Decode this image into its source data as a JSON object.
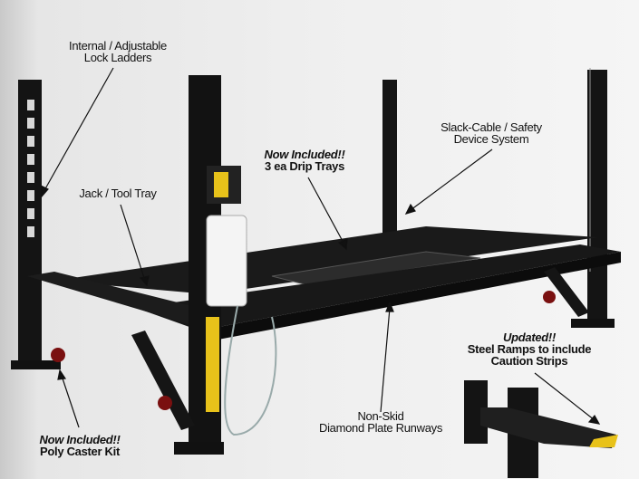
{
  "callouts": {
    "lock_ladders": {
      "line1": "Internal / Adjustable",
      "line2": "Lock Ladders"
    },
    "slack_cable": {
      "line1": "Slack-Cable / Safety",
      "line2": "Device System"
    },
    "drip_trays": {
      "line1": "Now Included!!",
      "line2": "3 ea Drip Trays"
    },
    "jack_tray": {
      "line1": "Jack / Tool Tray"
    },
    "steel_ramps": {
      "line1": "Updated!!",
      "line2": "Steel Ramps to include",
      "line3": "Caution Strips"
    },
    "runways": {
      "line1": "Non-Skid",
      "line2": "Diamond Plate Runways"
    },
    "caster_kit": {
      "line1": "Now Included!!",
      "line2": "Poly Caster Kit"
    }
  },
  "colors": {
    "steel": "#151515",
    "caution": "#e8c21a",
    "background": "#efefef"
  }
}
